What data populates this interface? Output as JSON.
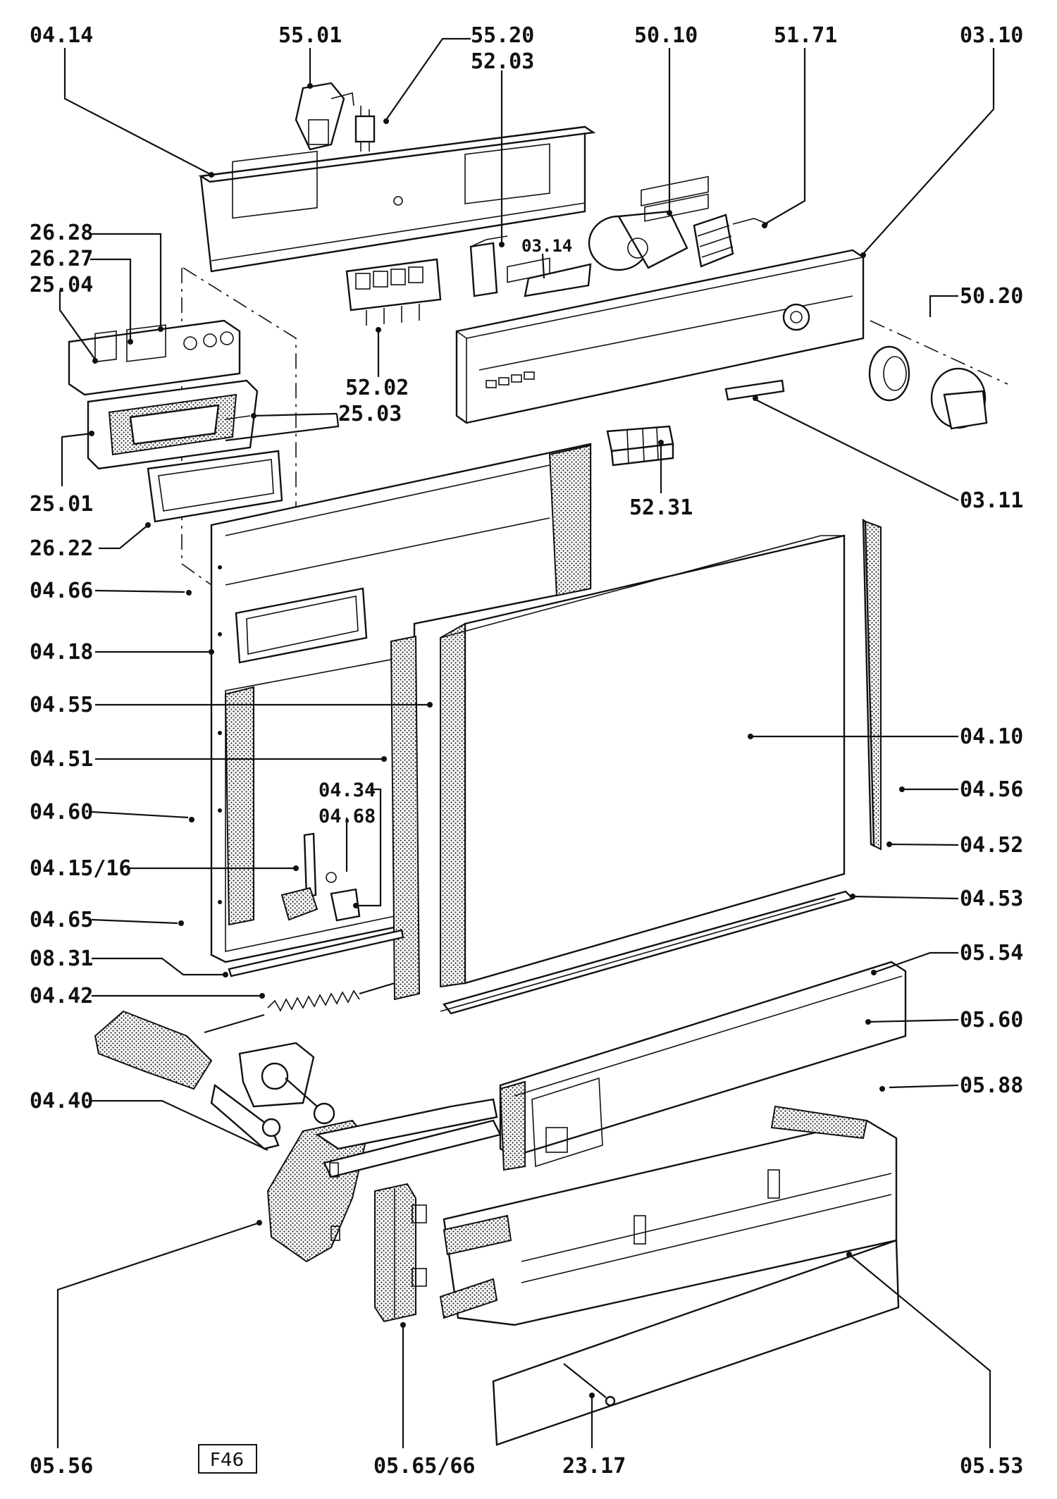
{
  "diagram_code": "F46",
  "callouts": [
    {
      "id": "04.14"
    },
    {
      "id": "55.01"
    },
    {
      "id": "55.20"
    },
    {
      "id": "52.03"
    },
    {
      "id": "50.10"
    },
    {
      "id": "51.71"
    },
    {
      "id": "03.10"
    },
    {
      "id": "26.28"
    },
    {
      "id": "26.27"
    },
    {
      "id": "25.04"
    },
    {
      "id": "03.14"
    },
    {
      "id": "50.20"
    },
    {
      "id": "52.02"
    },
    {
      "id": "25.03"
    },
    {
      "id": "25.01"
    },
    {
      "id": "52.31"
    },
    {
      "id": "03.11"
    },
    {
      "id": "26.22"
    },
    {
      "id": "04.66"
    },
    {
      "id": "04.18"
    },
    {
      "id": "04.55"
    },
    {
      "id": "04.10"
    },
    {
      "id": "04.51"
    },
    {
      "id": "04.56"
    },
    {
      "id": "04.34"
    },
    {
      "id": "04.68"
    },
    {
      "id": "04.60"
    },
    {
      "id": "04.52"
    },
    {
      "id": "04.15/16"
    },
    {
      "id": "04.53"
    },
    {
      "id": "04.65"
    },
    {
      "id": "08.31"
    },
    {
      "id": "05.54"
    },
    {
      "id": "04.42"
    },
    {
      "id": "05.60"
    },
    {
      "id": "05.88"
    },
    {
      "id": "04.40"
    },
    {
      "id": "05.56"
    },
    {
      "id": "05.65/66"
    },
    {
      "id": "23.17"
    },
    {
      "id": "05.53"
    }
  ]
}
